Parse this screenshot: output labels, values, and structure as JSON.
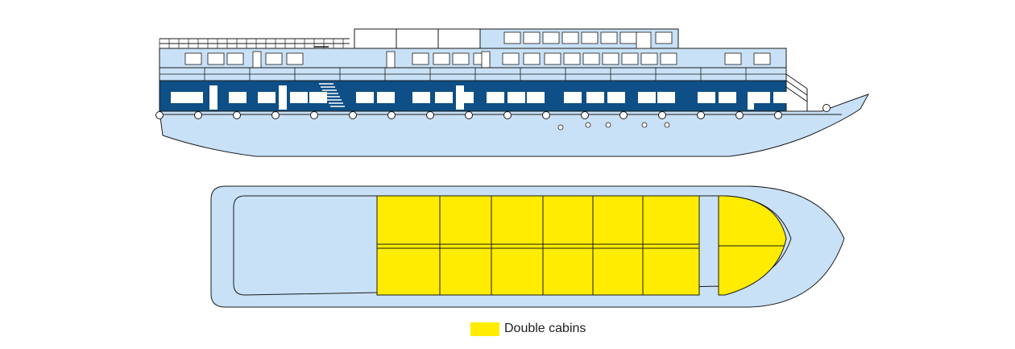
{
  "colors": {
    "hull": "#c9e1f7",
    "navy": "#0d4f86",
    "line": "#1a1a1a",
    "cabin": "#ffec00",
    "window": "#ffffff"
  },
  "legend": {
    "items": [
      {
        "label": "Double cabins",
        "color": "#ffec00"
      }
    ]
  },
  "deck_plan": {
    "cabins_upper_row": 6,
    "cabins_lower_row": 6,
    "bow_cabins": 2
  }
}
